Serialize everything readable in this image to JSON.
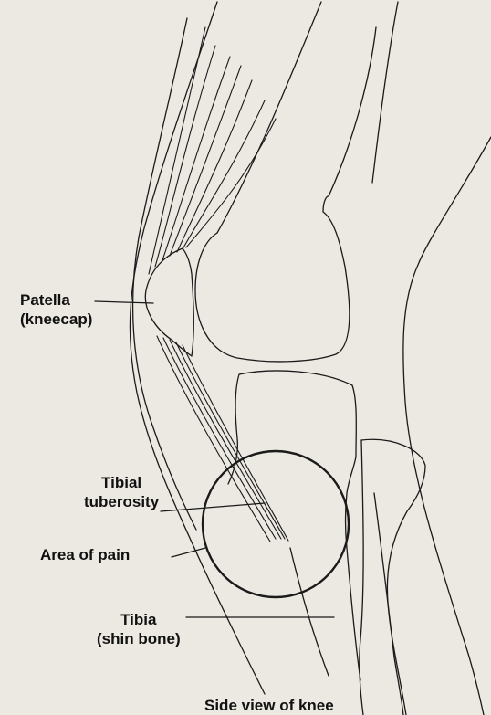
{
  "labels": {
    "patella": {
      "line1": "Patella",
      "line2": "(kneecap)"
    },
    "tibial_tuberosity": {
      "line1": "Tibial",
      "line2": "tuberosity"
    },
    "area_of_pain": "Area of pain",
    "tibia": {
      "line1": "Tibia",
      "line2": "(shin bone)"
    }
  },
  "caption": "Side view of knee",
  "colors": {
    "ink": "#1a1a1a",
    "paper": "#ece9e2"
  }
}
